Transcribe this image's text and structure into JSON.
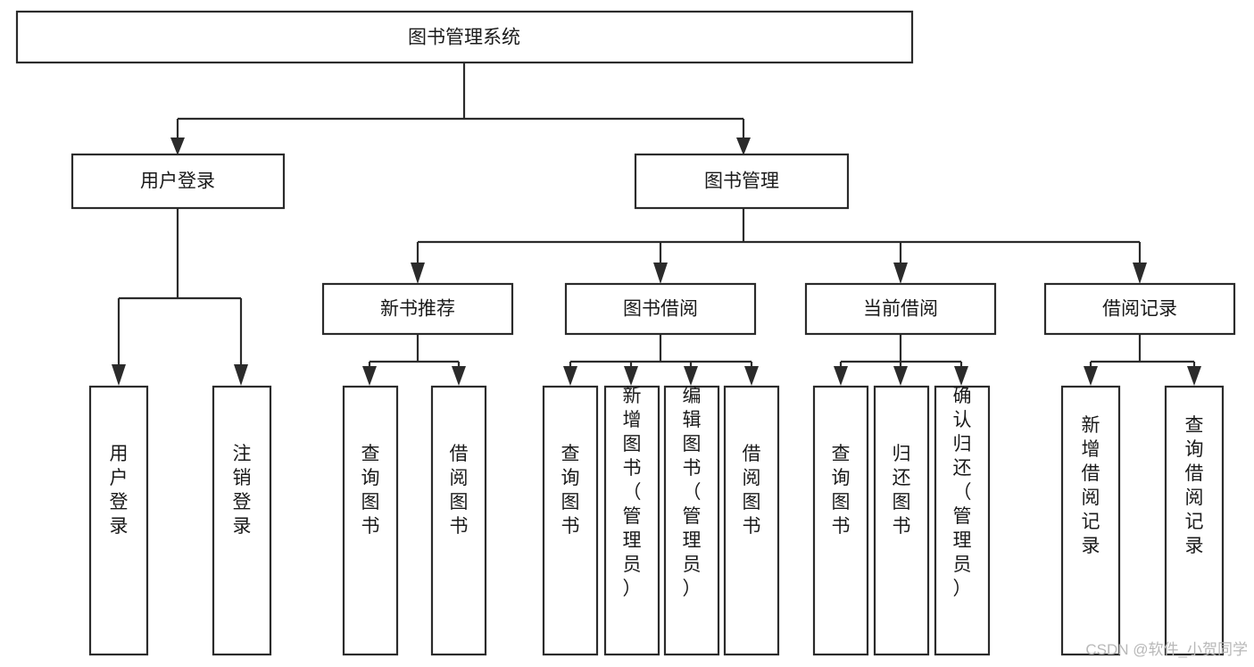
{
  "diagram": {
    "type": "tree",
    "title": "图书管理系统",
    "orientation": "top-down",
    "colors": {
      "box_fill": "#ffffff",
      "box_stroke": "#2b2b2b",
      "text": "#1a1a1a",
      "watermark": "#b8b8b8",
      "background": "#ffffff"
    },
    "nodes": {
      "root": {
        "label": "图书管理系统",
        "text_orientation": "horizontal"
      },
      "l2_user_login": {
        "label": "用户登录",
        "text_orientation": "horizontal"
      },
      "l2_book_mgmt": {
        "label": "图书管理",
        "text_orientation": "horizontal"
      },
      "l3_new_book_rec": {
        "label": "新书推荐",
        "text_orientation": "horizontal"
      },
      "l3_book_borrow": {
        "label": "图书借阅",
        "text_orientation": "horizontal"
      },
      "l3_current_borrow": {
        "label": "当前借阅",
        "text_orientation": "horizontal"
      },
      "l3_borrow_record": {
        "label": "借阅记录",
        "text_orientation": "horizontal"
      },
      "leaf_user_login": {
        "label": "用户登录",
        "text_orientation": "vertical"
      },
      "leaf_logout": {
        "label": "注销登录",
        "text_orientation": "vertical"
      },
      "leaf_query_book_a": {
        "label": "查询图书",
        "text_orientation": "vertical"
      },
      "leaf_borrow_book_a": {
        "label": "借阅图书",
        "text_orientation": "vertical"
      },
      "leaf_query_book_b": {
        "label": "查询图书",
        "text_orientation": "vertical"
      },
      "leaf_add_book": {
        "label": "新增图书（管理员）",
        "text_orientation": "vertical"
      },
      "leaf_edit_book": {
        "label": "编辑图书（管理员）",
        "text_orientation": "vertical"
      },
      "leaf_borrow_book_b": {
        "label": "借阅图书",
        "text_orientation": "vertical"
      },
      "leaf_query_book_c": {
        "label": "查询图书",
        "text_orientation": "vertical"
      },
      "leaf_return_book": {
        "label": "归还图书",
        "text_orientation": "vertical"
      },
      "leaf_confirm_return": {
        "label": "确认归还（管理员）",
        "text_orientation": "vertical"
      },
      "leaf_add_record": {
        "label": "新增借阅记录",
        "text_orientation": "vertical"
      },
      "leaf_query_record": {
        "label": "查询借阅记录",
        "text_orientation": "vertical"
      }
    },
    "edges": [
      {
        "from": "root",
        "to": "l2_user_login"
      },
      {
        "from": "root",
        "to": "l2_book_mgmt"
      },
      {
        "from": "l2_user_login",
        "to": "leaf_user_login"
      },
      {
        "from": "l2_user_login",
        "to": "leaf_logout"
      },
      {
        "from": "l2_book_mgmt",
        "to": "l3_new_book_rec"
      },
      {
        "from": "l2_book_mgmt",
        "to": "l3_book_borrow"
      },
      {
        "from": "l2_book_mgmt",
        "to": "l3_current_borrow"
      },
      {
        "from": "l2_book_mgmt",
        "to": "l3_borrow_record"
      },
      {
        "from": "l3_new_book_rec",
        "to": "leaf_query_book_a"
      },
      {
        "from": "l3_new_book_rec",
        "to": "leaf_borrow_book_a"
      },
      {
        "from": "l3_book_borrow",
        "to": "leaf_query_book_b"
      },
      {
        "from": "l3_book_borrow",
        "to": "leaf_add_book"
      },
      {
        "from": "l3_book_borrow",
        "to": "leaf_edit_book"
      },
      {
        "from": "l3_book_borrow",
        "to": "leaf_borrow_book_b"
      },
      {
        "from": "l3_current_borrow",
        "to": "leaf_query_book_c"
      },
      {
        "from": "l3_current_borrow",
        "to": "leaf_return_book"
      },
      {
        "from": "l3_current_borrow",
        "to": "leaf_confirm_return"
      },
      {
        "from": "l3_borrow_record",
        "to": "leaf_add_record"
      },
      {
        "from": "l3_borrow_record",
        "to": "leaf_query_record"
      }
    ]
  },
  "watermark": {
    "label": "CSDN @软件_小贺同学"
  }
}
